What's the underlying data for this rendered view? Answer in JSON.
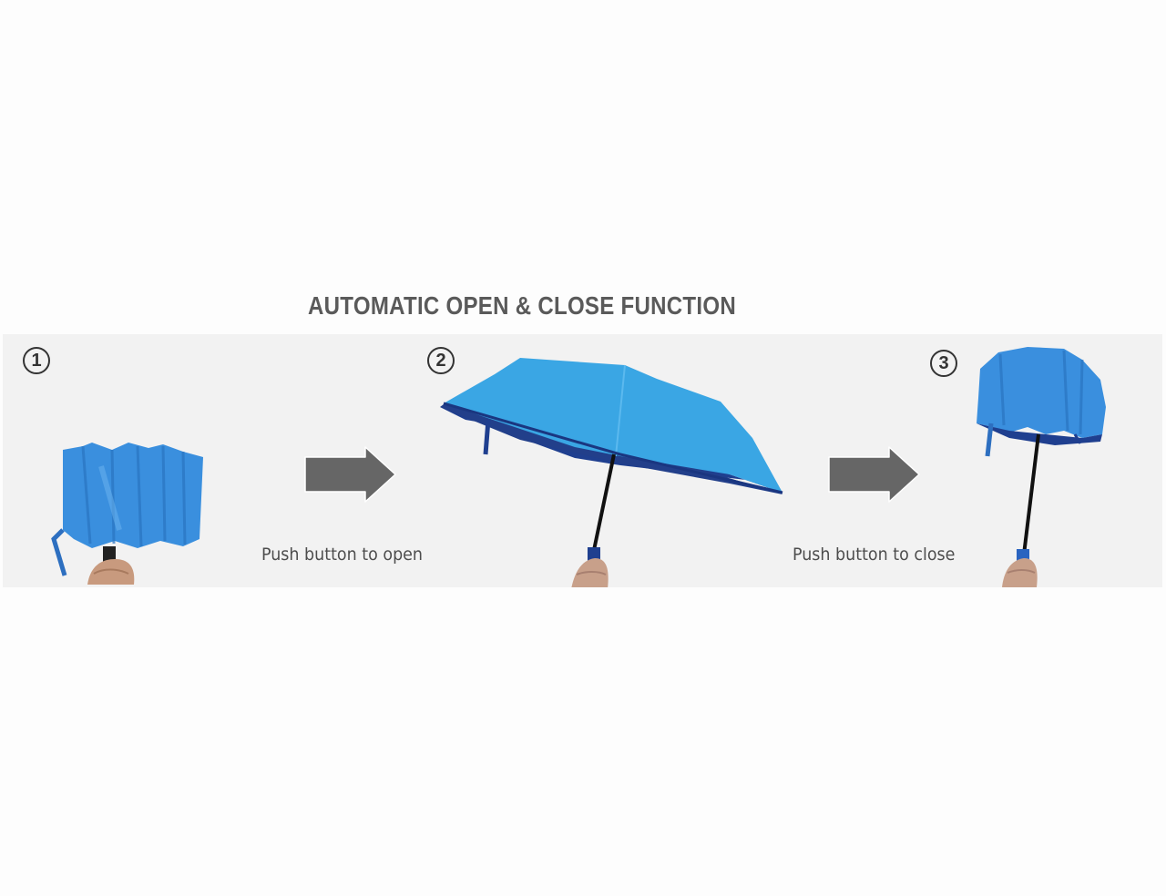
{
  "title": "AUTOMATIC OPEN & CLOSE FUNCTION",
  "colors": {
    "page_background": "#fdfdfd",
    "panel_background": "#f2f2f2",
    "arrow": "#666666",
    "umbrella_top": "#3a9fe0",
    "umbrella_underside": "#1f3f8f",
    "text": "#4d4d4d"
  },
  "steps": [
    {
      "number": "1",
      "state": "closed-folded umbrella held in hand",
      "icon": "umbrella-closed-icon"
    },
    {
      "number": "2",
      "state": "fully open umbrella held in hand",
      "icon": "umbrella-open-icon"
    },
    {
      "number": "3",
      "state": "umbrella closing, held in hand",
      "icon": "umbrella-closing-icon"
    }
  ],
  "transitions": [
    {
      "icon": "right-arrow-icon",
      "caption": "Push button to open"
    },
    {
      "icon": "right-arrow-icon",
      "caption": "Push button to close"
    }
  ]
}
